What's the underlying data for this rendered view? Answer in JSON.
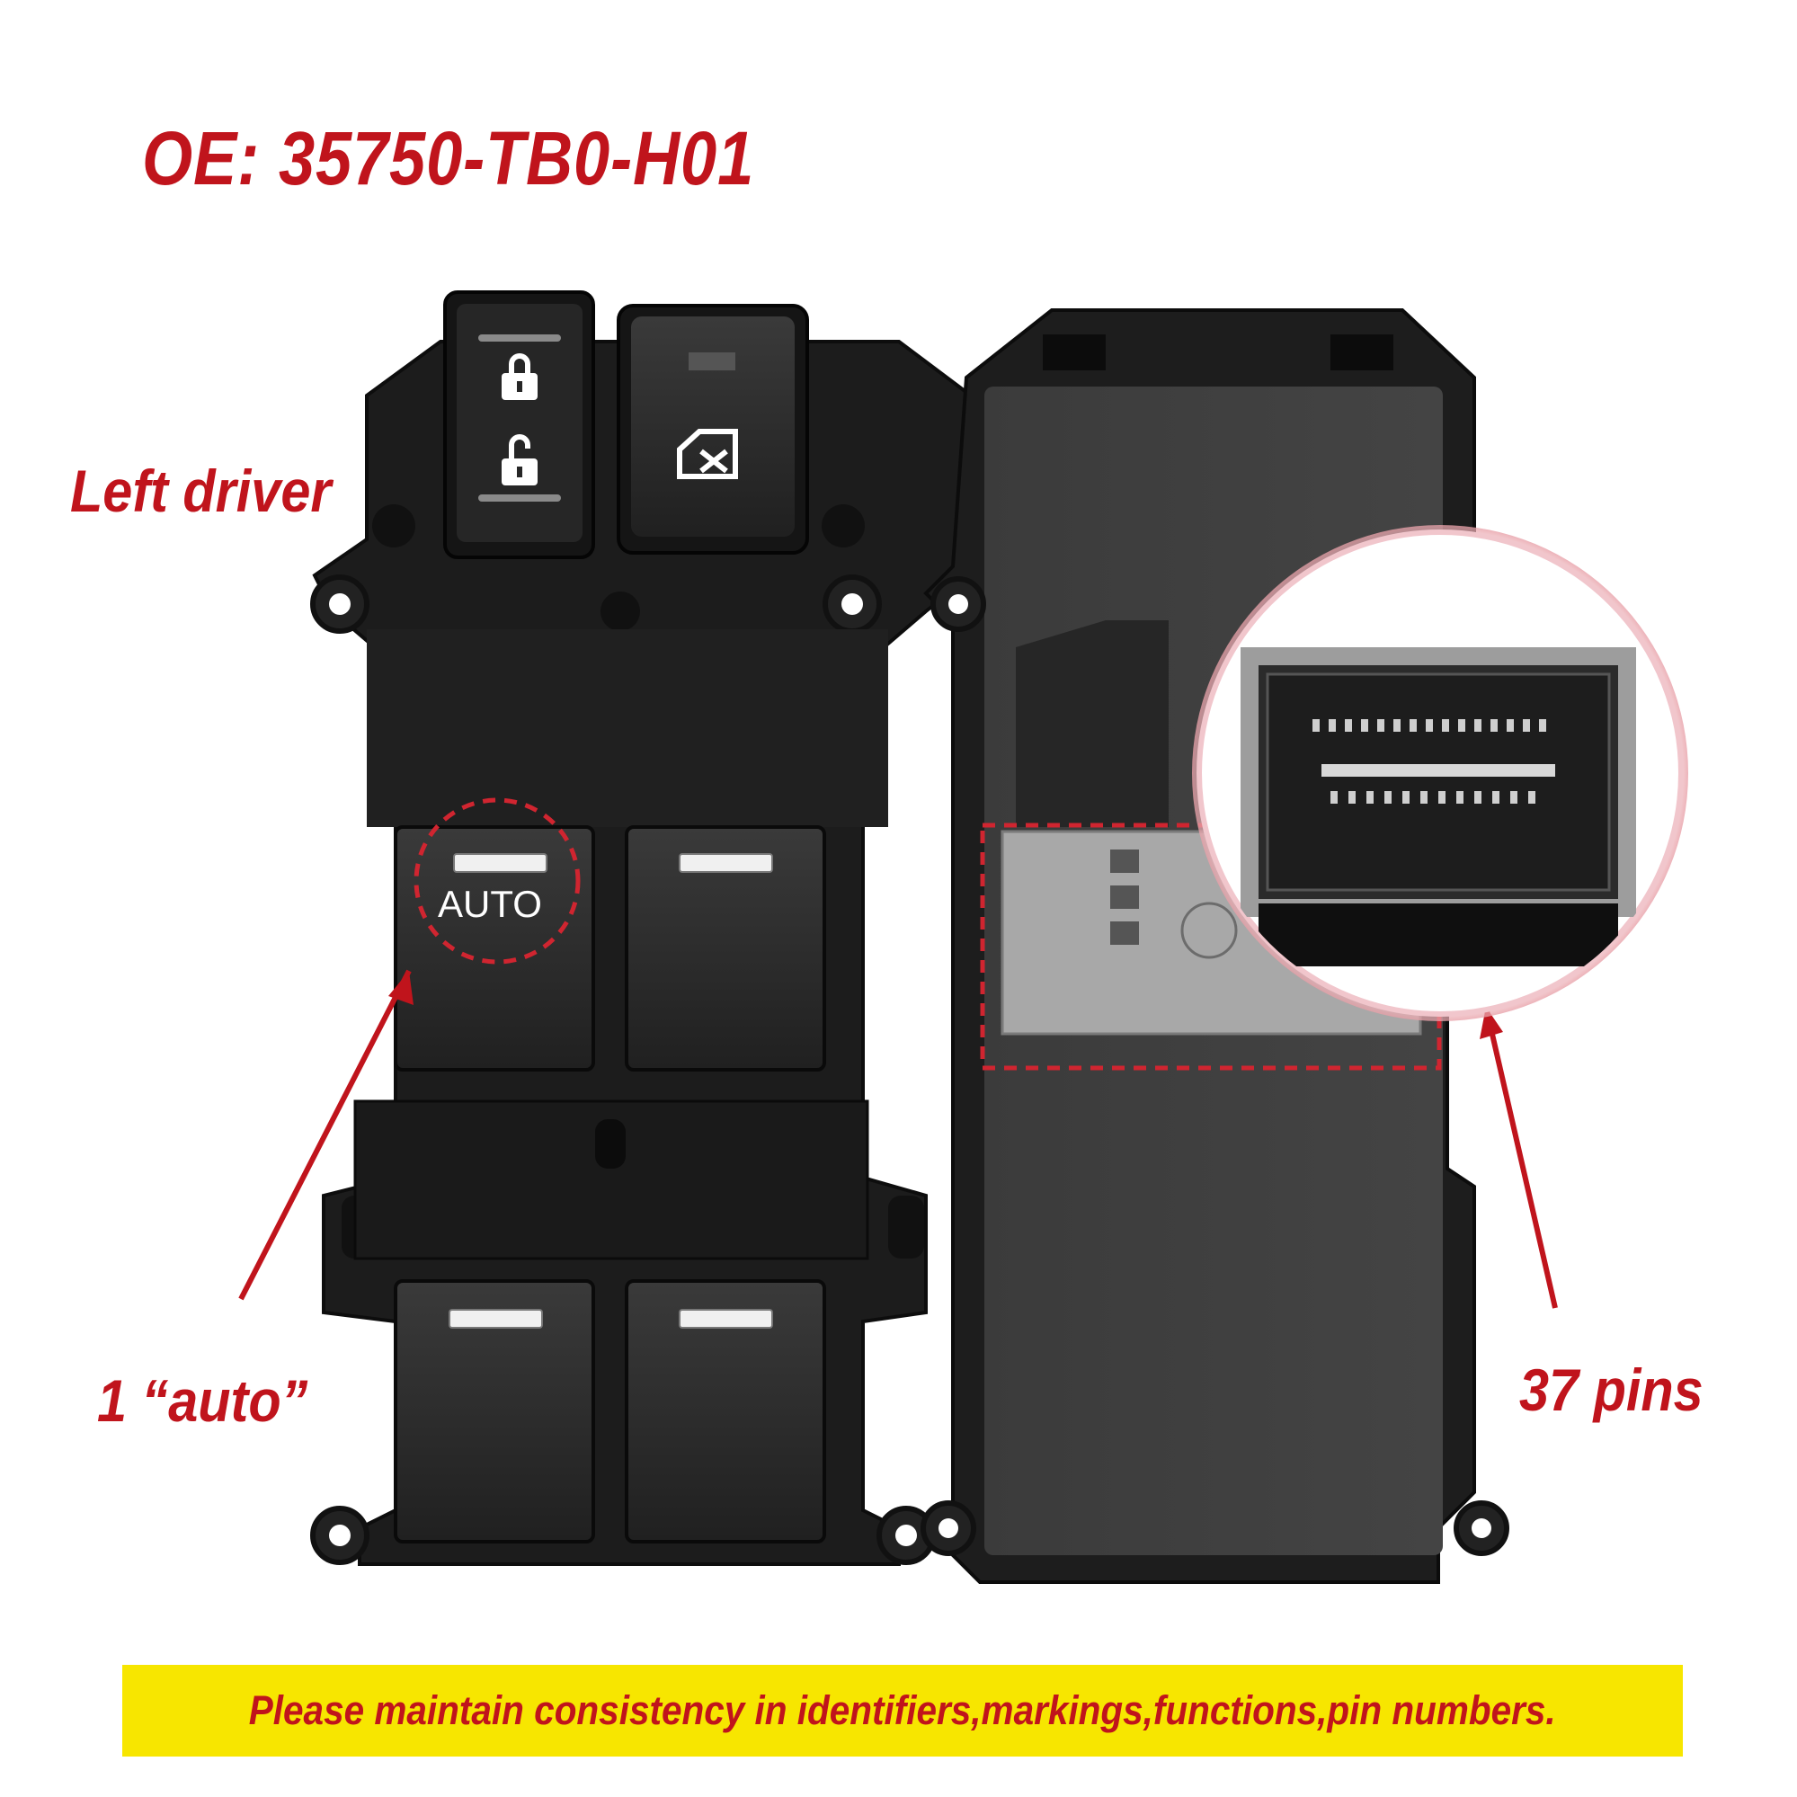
{
  "title": "OE: 35750-TB0-H01",
  "labels": {
    "left_driver": "Left driver",
    "auto_count": "1 “auto”",
    "pins": "37 pins",
    "auto_button": "AUTO"
  },
  "notice": "Please maintain consistency in identifiers,markings,functions,pin numbers.",
  "icons": [
    "lock-icon",
    "unlock-icon",
    "window-lock-icon"
  ],
  "colors": {
    "accent_red": "#c0141c",
    "banner_yellow": "#f7e600",
    "housing_black": "#1c1c1c",
    "connector_gray": "#a8a8a8"
  }
}
